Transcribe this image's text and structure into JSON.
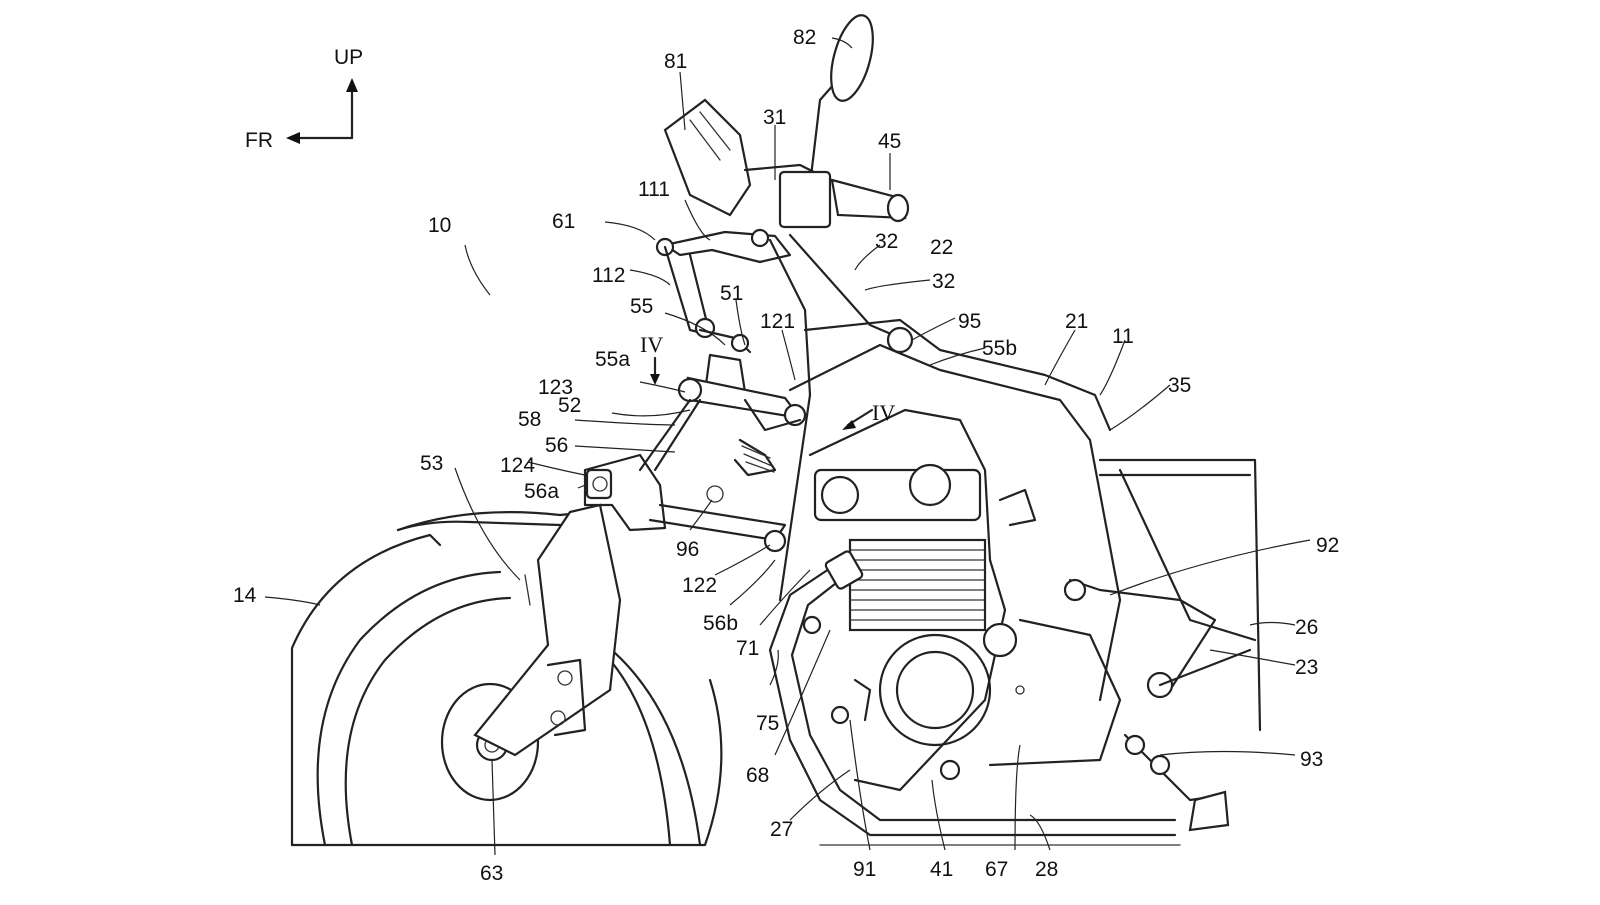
{
  "orientation": {
    "up": "UP",
    "front": "FR"
  },
  "section_marks": [
    "IV",
    "IV"
  ],
  "reference_numerals": [
    "10",
    "11",
    "14",
    "21",
    "22",
    "23",
    "26",
    "27",
    "28",
    "31",
    "32",
    "32",
    "35",
    "41",
    "45",
    "51",
    "52",
    "53",
    "55",
    "55a",
    "55b",
    "56",
    "56a",
    "56b",
    "58",
    "61",
    "63",
    "67",
    "68",
    "71",
    "75",
    "81",
    "82",
    "91",
    "92",
    "93",
    "95",
    "96",
    "111",
    "112",
    "121",
    "122",
    "123",
    "124"
  ]
}
